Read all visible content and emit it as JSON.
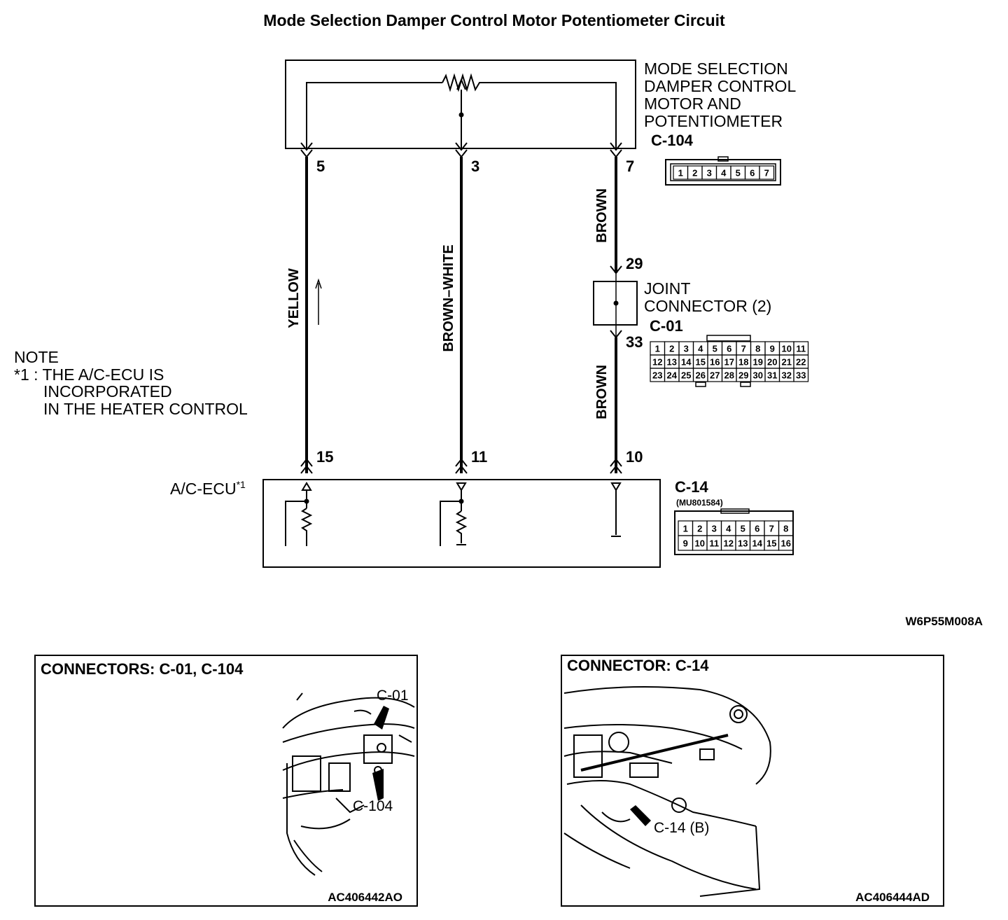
{
  "title": "Mode Selection Damper Control Motor Potentiometer Circuit",
  "component_top": {
    "name_lines": [
      "MODE SELECTION",
      "DAMPER CONTROL",
      "MOTOR AND",
      "POTENTIOMETER"
    ],
    "connector_id": "C-104",
    "connector_pins": [
      "1",
      "2",
      "3",
      "4",
      "5",
      "6",
      "7"
    ]
  },
  "wires": [
    {
      "top_pin": "5",
      "bottom_pin": "15",
      "color": "YELLOW"
    },
    {
      "top_pin": "3",
      "bottom_pin": "11",
      "color": "BROWN–WHITE"
    },
    {
      "top_pin": "7",
      "bottom_pin": "10",
      "color_upper": "BROWN",
      "color_lower": "BROWN"
    }
  ],
  "joint": {
    "name_lines": [
      "JOINT",
      "CONNECTOR (2)"
    ],
    "connector_id": "C-01",
    "pin_in": "29",
    "pin_out": "33",
    "rows": [
      [
        "1",
        "2",
        "3",
        "4",
        "5",
        "6",
        "7",
        "8",
        "9",
        "10",
        "11"
      ],
      [
        "12",
        "13",
        "14",
        "15",
        "16",
        "17",
        "18",
        "19",
        "20",
        "21",
        "22"
      ],
      [
        "23",
        "24",
        "25",
        "26",
        "27",
        "28",
        "29",
        "30",
        "31",
        "32",
        "33"
      ]
    ]
  },
  "note": {
    "heading": "NOTE",
    "lines": [
      "*1 : THE A/C-ECU IS",
      "INCORPORATED",
      "IN THE HEATER CONTROL"
    ]
  },
  "ecu": {
    "label": "A/C-ECU",
    "sup": "*1",
    "connector_id": "C-14",
    "part_no": "(MU801584)",
    "rows": [
      [
        "1",
        "2",
        "3",
        "4",
        "5",
        "6",
        "7",
        "8"
      ],
      [
        "9",
        "10",
        "11",
        "12",
        "13",
        "14",
        "15",
        "16"
      ]
    ]
  },
  "figure_code": "W6P55M008A",
  "panels": [
    {
      "title": "CONNECTORS: C-01, C-104",
      "callouts": [
        "C-01",
        "C-104"
      ],
      "code": "AC406442AO"
    },
    {
      "title": "CONNECTOR: C-14",
      "callouts": [
        "C-14 (B)"
      ],
      "code": "AC406444AD"
    }
  ],
  "colors": {
    "ink": "#000000",
    "paper": "#ffffff"
  }
}
